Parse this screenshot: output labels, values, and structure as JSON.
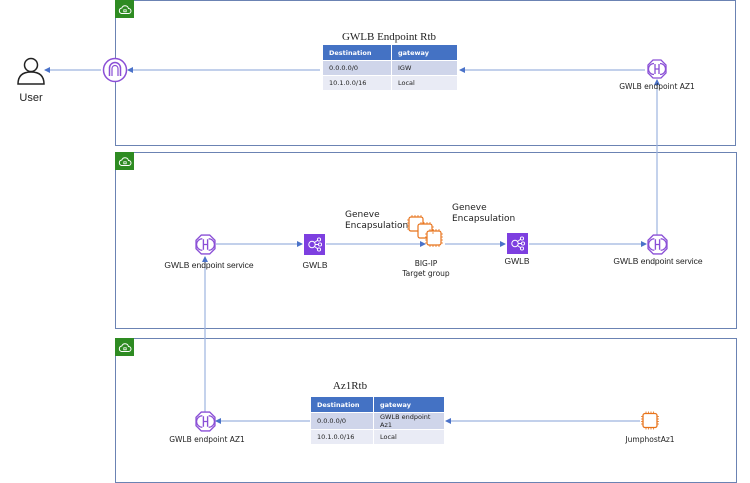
{
  "diagram": {
    "colors": {
      "vpc_border": "#6b83b3",
      "vpc_badge": "#2e8b22",
      "connector": "#9db4df",
      "arrowhead": "#4a72c9",
      "endpoint_icon": "#8a4fd6",
      "gwlb_icon": "#7d3fe0",
      "ec2_icon": "#e8731b",
      "table_header": "#4472c4",
      "table_row_1": "#cfd5ea",
      "table_row_2": "#e9ebf5"
    },
    "user": {
      "label": "User"
    },
    "vpc_top": {
      "igw_icon": "internet-gateway",
      "route_table": {
        "title": "GWLB Endpoint Rtb",
        "headers": [
          "Destination",
          "gateway"
        ],
        "rows": [
          [
            "0.0.0.0/0",
            "IGW"
          ],
          [
            "10.1.0.0/16",
            "Local"
          ]
        ]
      },
      "endpoint": {
        "label": "GWLB endpoint AZ1"
      }
    },
    "vpc_middle": {
      "endpoint_service_left": {
        "label": "GWLB endpoint service"
      },
      "gwlb_left": {
        "label": "GWLB"
      },
      "encap_left": {
        "line1": "Geneve",
        "line2": "Encapsulation"
      },
      "target_group": {
        "line1": "BIG-IP",
        "line2": "Target group"
      },
      "encap_right": {
        "line1": "Geneve",
        "line2": "Encapsulation"
      },
      "gwlb_right": {
        "label": "GWLB"
      },
      "endpoint_service_right": {
        "label": "GWLB endpoint service"
      }
    },
    "vpc_bottom": {
      "endpoint": {
        "label": "GWLB endpoint AZ1"
      },
      "route_table": {
        "title": "Az1Rtb",
        "headers": [
          "Destination",
          "gateway"
        ],
        "rows": [
          [
            "0.0.0.0/0",
            "GWLB endpoint Az1"
          ],
          [
            "10.1.0.0/16",
            "Local"
          ]
        ]
      },
      "jumphost": {
        "label": "JumphostAz1"
      }
    }
  }
}
